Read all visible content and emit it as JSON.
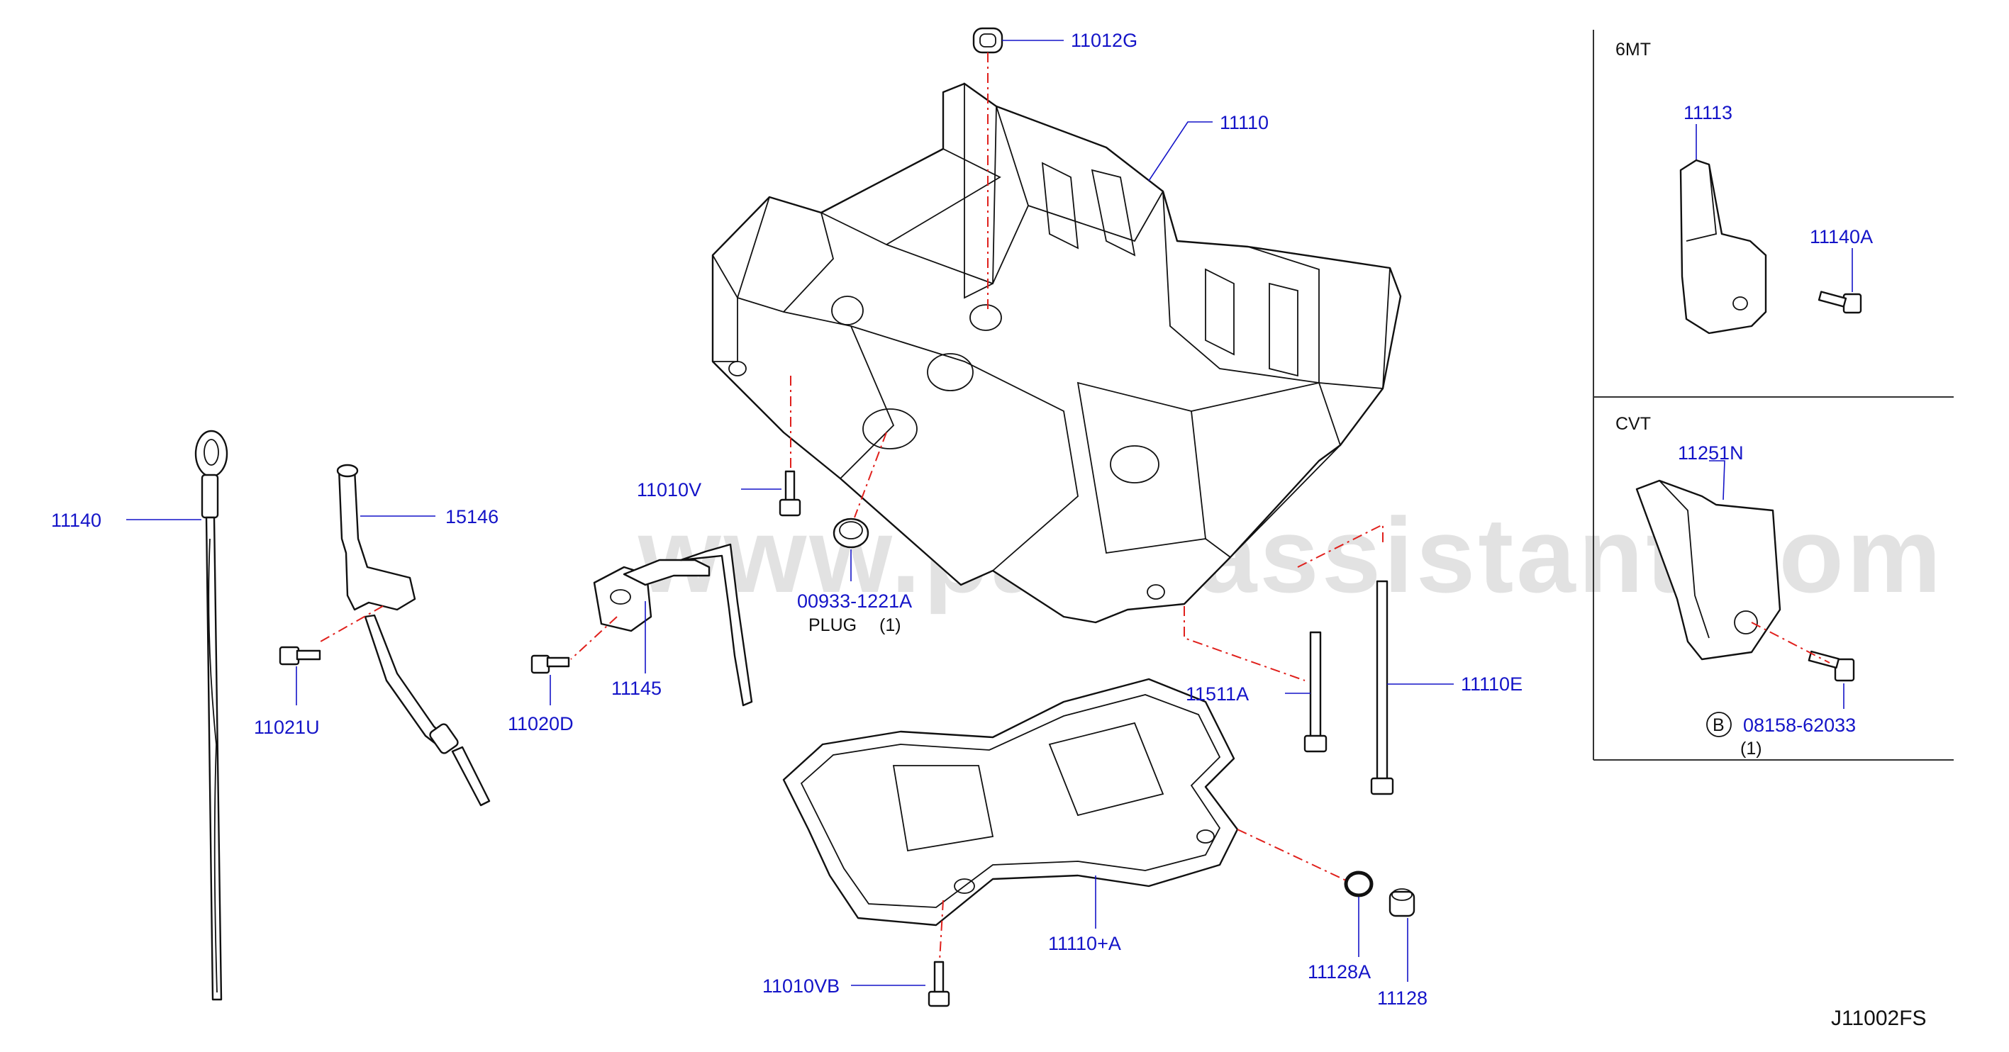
{
  "diagram_code": "J11002FS",
  "watermark": "www.partsassistant.com",
  "sections": [
    {
      "id": "6mt",
      "title": "6MT"
    },
    {
      "id": "cvt",
      "title": "CVT"
    }
  ],
  "callouts": {
    "p11012G": "11012G",
    "p11110": "11110",
    "p11113": "11113",
    "p11140A": "11140A",
    "p11251N": "11251N",
    "p08158": "08158-62033",
    "p08158_qty": "(1)",
    "p08158_ref": "B",
    "p11140": "11140",
    "p15146": "15146",
    "p11010V": "11010V",
    "p00933": "00933-1221A",
    "p00933_name": "PLUG",
    "p00933_qty": "(1)",
    "p11145": "11145",
    "p11021U": "11021U",
    "p11020D": "11020D",
    "p11511A": "11511A",
    "p11110E": "11110E",
    "p11110A": "11110+A",
    "p11128A": "11128A",
    "p11128": "11128",
    "p11010VB": "11010VB"
  }
}
